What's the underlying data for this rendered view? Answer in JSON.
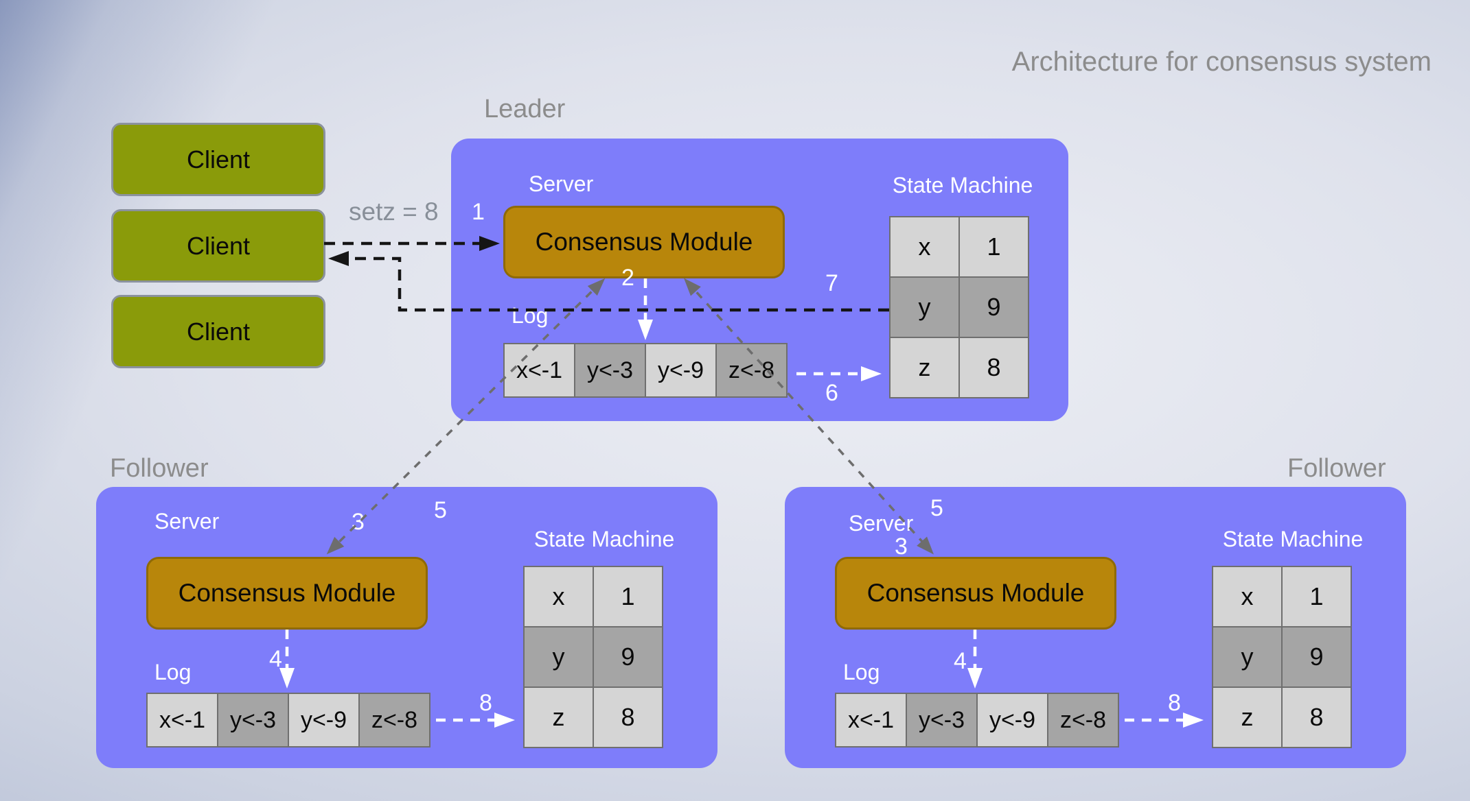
{
  "title": "Architecture for consensus system",
  "request_label": "setz = 8",
  "colors": {
    "server_bg": "#7e7dfa",
    "module_bg": "#b8860b",
    "client_bg": "#8a9b0a",
    "cell_light": "#d5d5d5",
    "cell_dark": "#a5a5a5",
    "muted_label": "#8c8c8c"
  },
  "clients": [
    {
      "label": "Client"
    },
    {
      "label": "Client"
    },
    {
      "label": "Client"
    }
  ],
  "leader": {
    "role_label": "Leader",
    "server_label": "Server",
    "module_label": "Consensus Module",
    "log_label": "Log",
    "log_entries": [
      "x<-1",
      "y<-3",
      "y<-9",
      "z<-8"
    ],
    "state_machine_label": "State Machine",
    "state_machine": [
      {
        "key": "x",
        "value": "1"
      },
      {
        "key": "y",
        "value": "9"
      },
      {
        "key": "z",
        "value": "8"
      }
    ],
    "steps": {
      "client_request": "1",
      "append_to_log": "2",
      "apply_to_sm": "6",
      "reply_to_client": "7"
    }
  },
  "followers": [
    {
      "role_label": "Follower",
      "server_label": "Server",
      "module_label": "Consensus Module",
      "log_label": "Log",
      "log_entries": [
        "x<-1",
        "y<-3",
        "y<-9",
        "z<-8"
      ],
      "state_machine_label": "State Machine",
      "state_machine": [
        {
          "key": "x",
          "value": "1"
        },
        {
          "key": "y",
          "value": "9"
        },
        {
          "key": "z",
          "value": "8"
        }
      ],
      "steps": {
        "replicate_in": "3",
        "ack_out": "5",
        "append_to_log": "4",
        "apply_to_sm": "8"
      }
    },
    {
      "role_label": "Follower",
      "server_label": "Server",
      "module_label": "Consensus Module",
      "log_label": "Log",
      "log_entries": [
        "x<-1",
        "y<-3",
        "y<-9",
        "z<-8"
      ],
      "state_machine_label": "State Machine",
      "state_machine": [
        {
          "key": "x",
          "value": "1"
        },
        {
          "key": "y",
          "value": "9"
        },
        {
          "key": "z",
          "value": "8"
        }
      ],
      "steps": {
        "replicate_in": "3",
        "ack_out": "5",
        "append_to_log": "4",
        "apply_to_sm": "8"
      }
    }
  ]
}
